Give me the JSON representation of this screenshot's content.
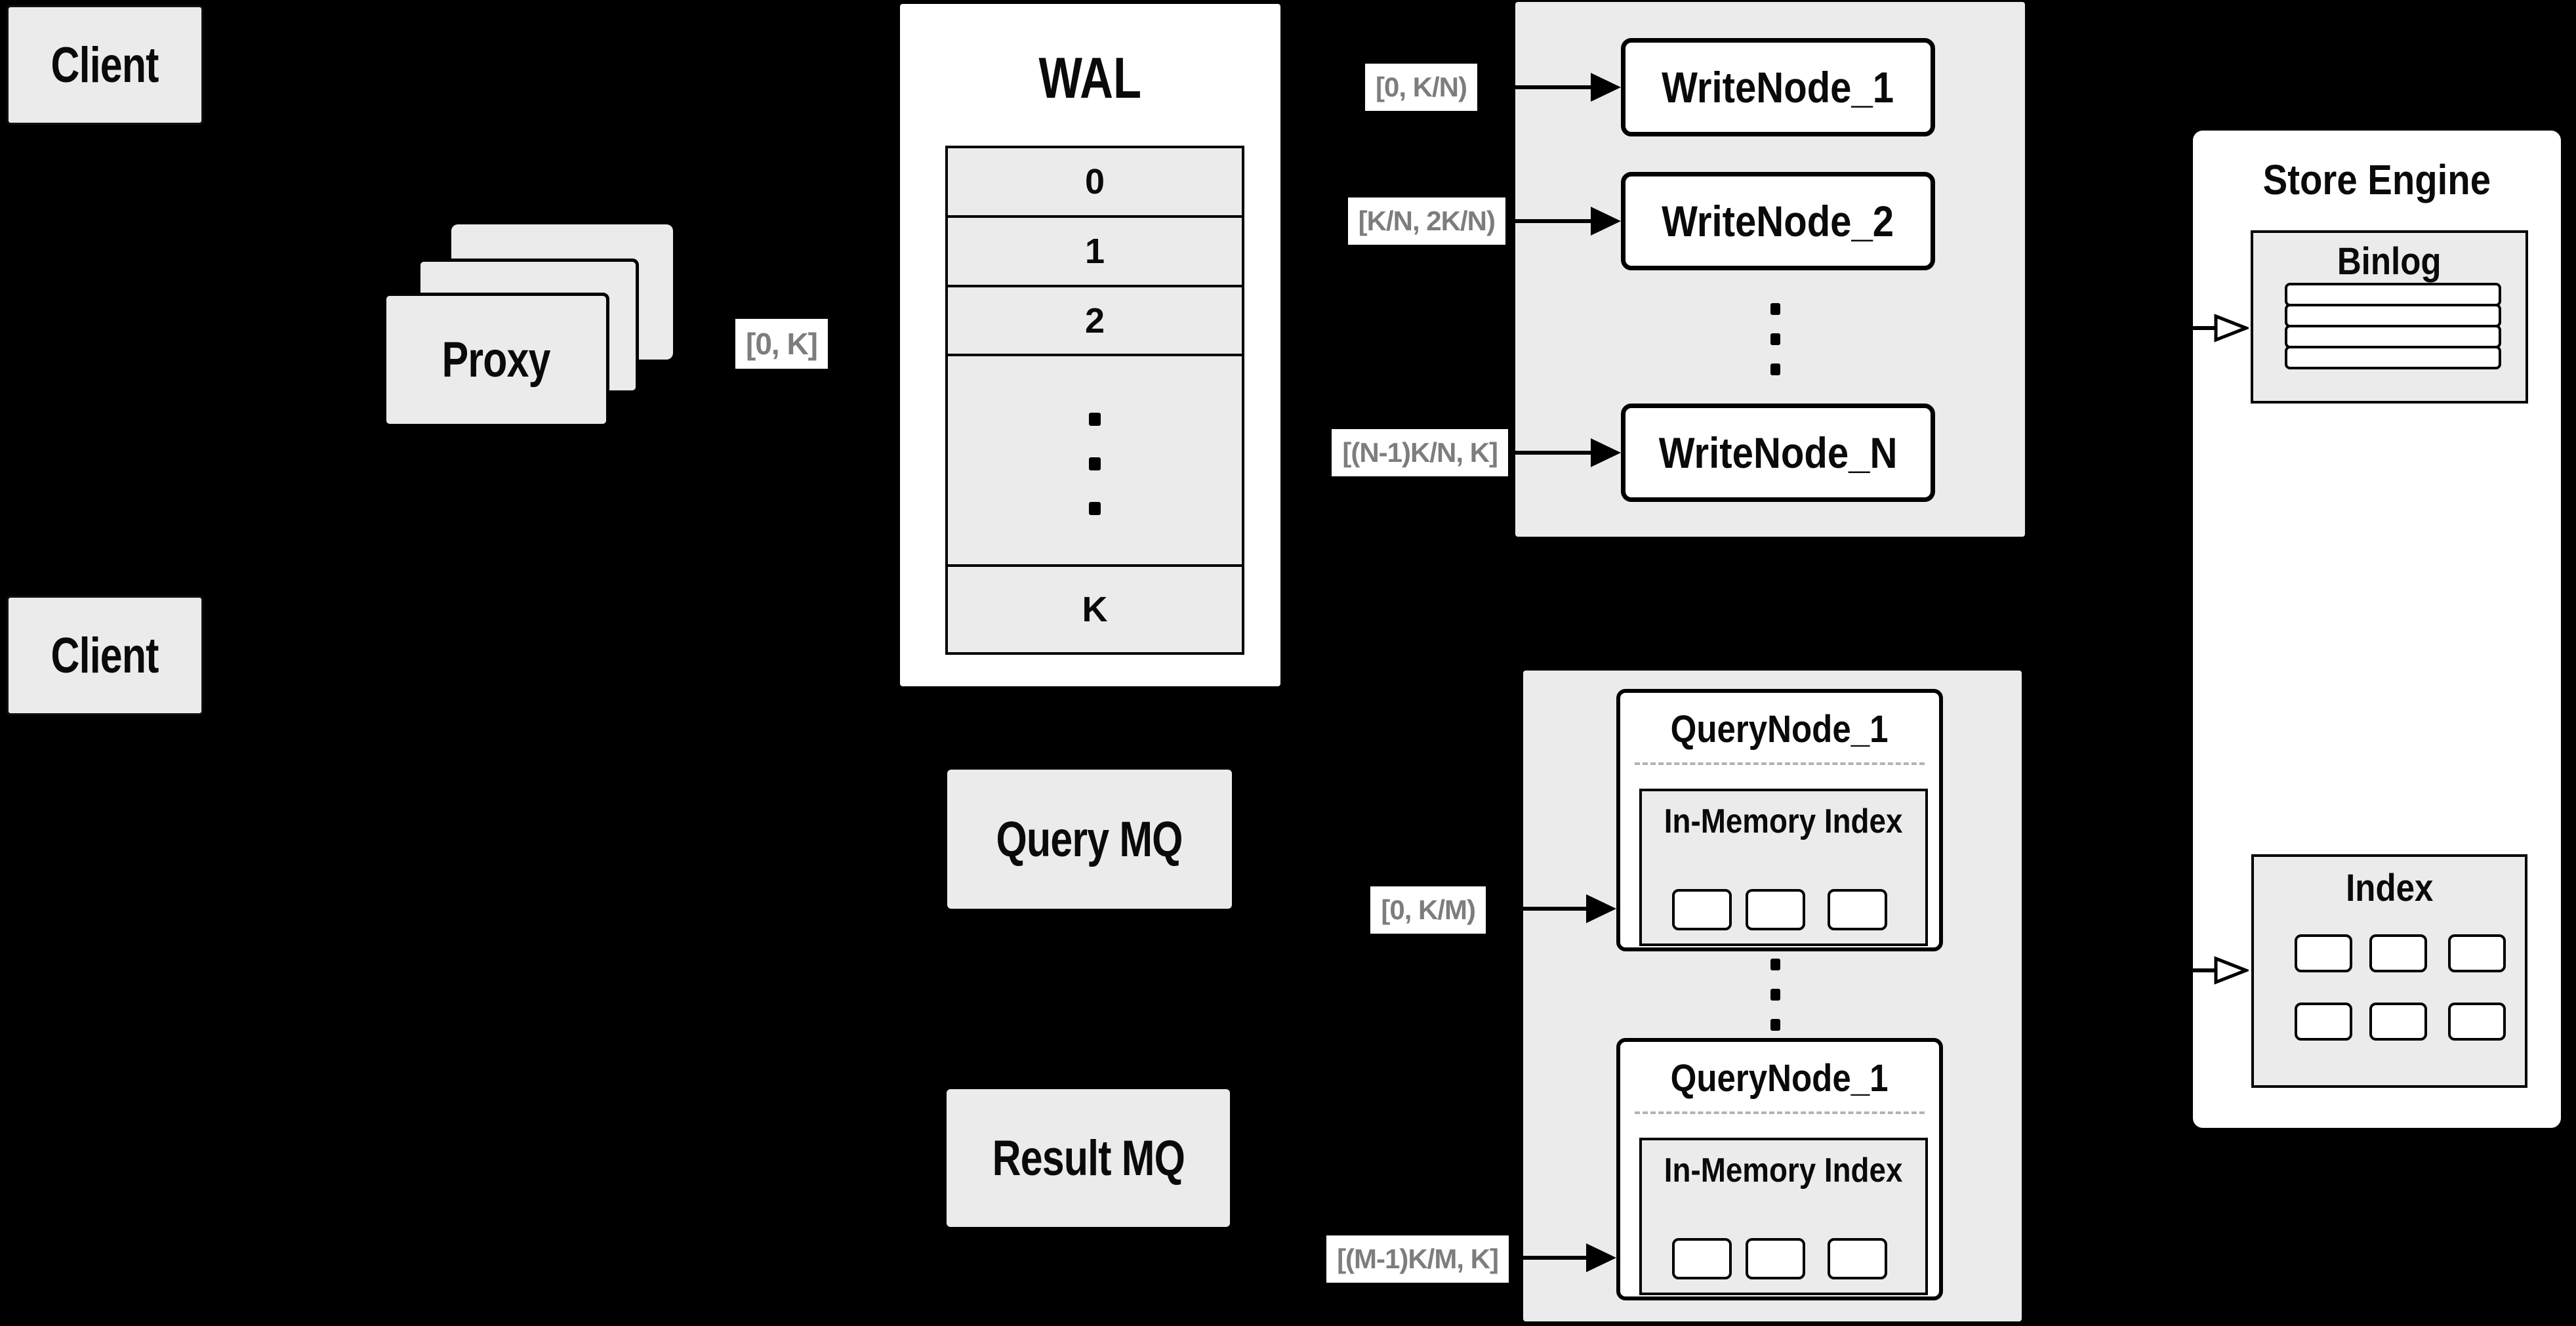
{
  "colors": {
    "background": "#000000",
    "panel_gray": "#ebebeb",
    "panel_white": "#ffffff",
    "line": "#000000",
    "range_text": "#7d7d7d"
  },
  "clients": {
    "top": "Client",
    "bottom": "Client"
  },
  "proxy": {
    "label": "Proxy",
    "range": "[0, K]"
  },
  "wal": {
    "title": "WAL",
    "rows": [
      "0",
      "1",
      "2"
    ],
    "bottom_row": "K"
  },
  "write": {
    "nodes": [
      {
        "label": "WriteNode_1",
        "range": "[0, K/N)"
      },
      {
        "label": "WriteNode_2",
        "range": "[K/N, 2K/N)"
      },
      {
        "label": "WriteNode_N",
        "range": "[(N-1)K/N, K]"
      }
    ]
  },
  "mq": {
    "query": "Query MQ",
    "result": "Result MQ"
  },
  "query": {
    "nodes": [
      {
        "title": "QueryNode_1",
        "index_title": "In-Memory Index",
        "range": "[0, K/M)"
      },
      {
        "title": "QueryNode_1",
        "index_title": "In-Memory Index",
        "range": "[(M-1)K/M, K]"
      }
    ]
  },
  "store": {
    "title": "Store Engine",
    "binlog": {
      "title": "Binlog"
    },
    "index": {
      "title": "Index"
    }
  }
}
